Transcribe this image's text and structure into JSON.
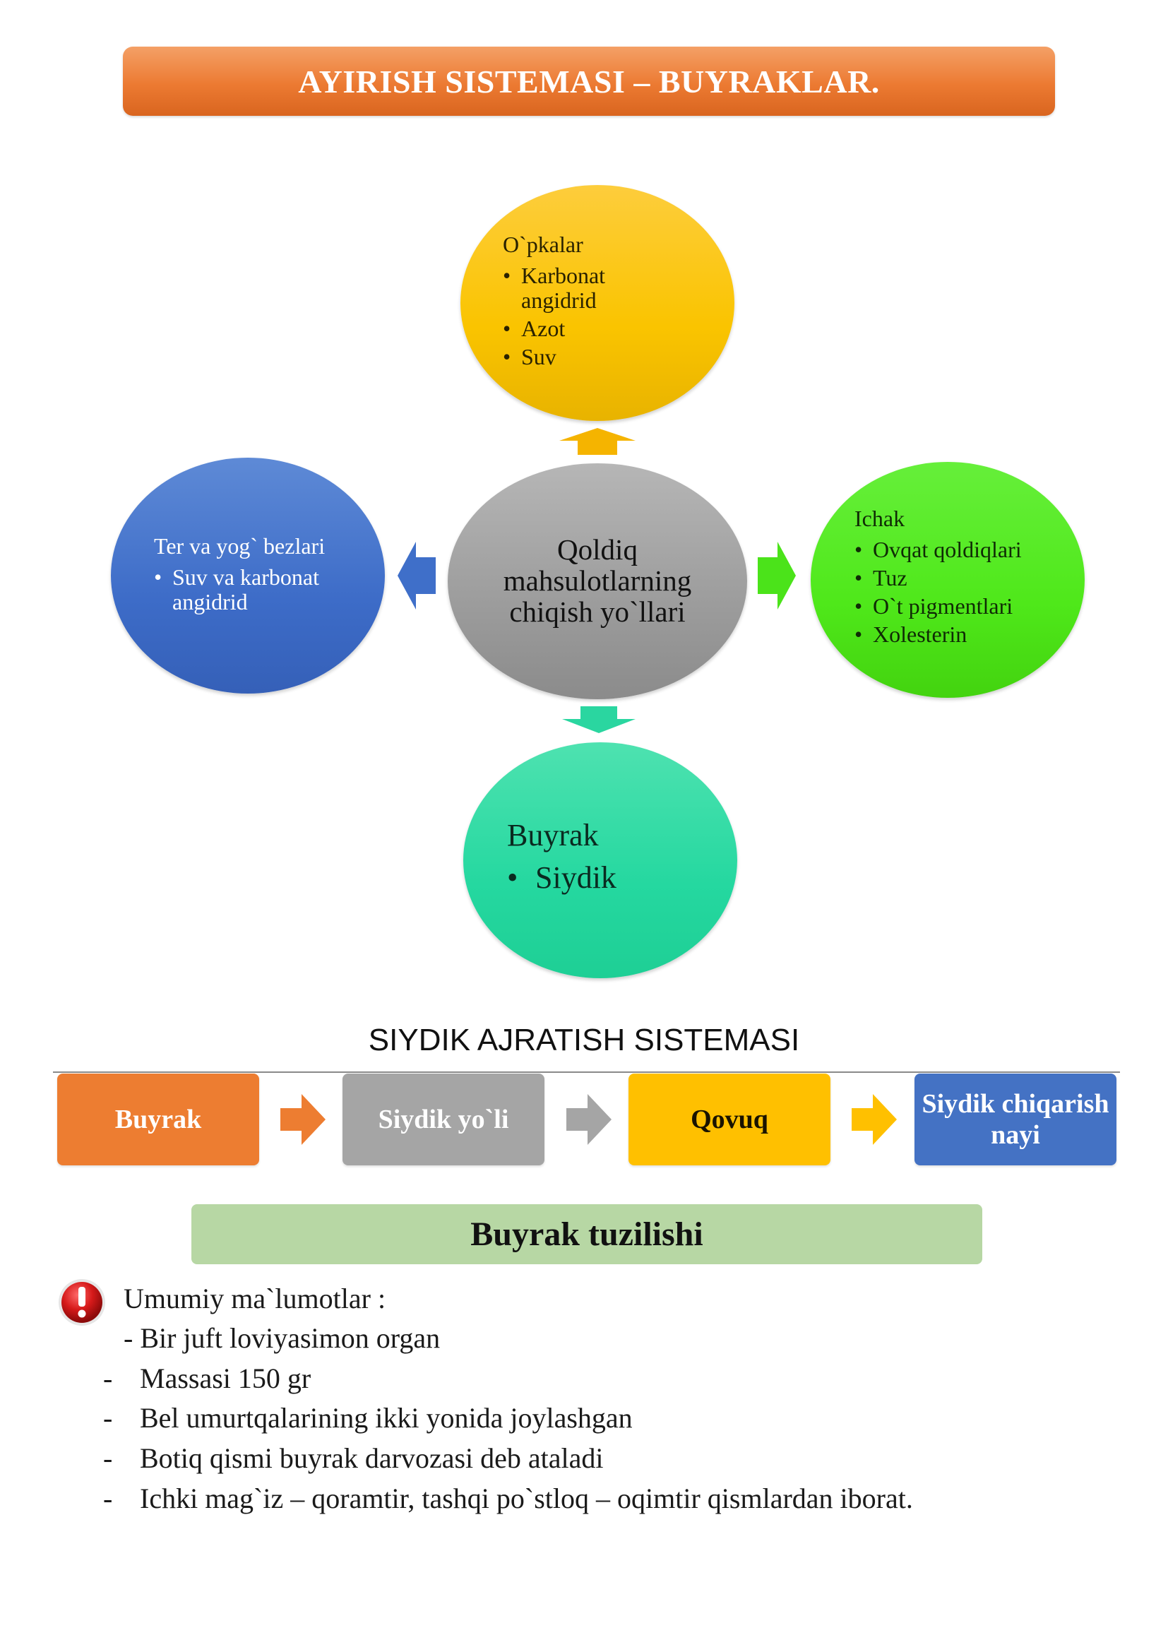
{
  "title": "AYIRISH SISTEMASI – BUYRAKLAR.",
  "diagram": {
    "center": {
      "lines": [
        "Qoldiq",
        "mahsulotlarning",
        "chiqish yo`llari"
      ]
    },
    "top": {
      "heading": "O`pkalar",
      "items": [
        "Karbonat angidrid",
        "Azot",
        "Suv"
      ]
    },
    "left": {
      "heading": "Ter va yog` bezlari",
      "items": [
        "Suv va karbonat angidrid"
      ]
    },
    "right": {
      "heading": "Ichak",
      "items": [
        "Ovqat qoldiqlari",
        "Tuz",
        "O`t pigmentlari",
        "Xolesterin"
      ]
    },
    "bottom": {
      "heading": "Buyrak",
      "items": [
        "Siydik"
      ]
    },
    "colors": {
      "top": "#FFC000",
      "left": "#4472C4",
      "center": "#A5A5A5",
      "right": "#4CE619",
      "bottom": "#25D8A0"
    }
  },
  "flow": {
    "title": "SIYDIK AJRATISH SISTEMASI",
    "steps": [
      {
        "label": "Buyrak",
        "color": "#ED7D31"
      },
      {
        "label": "Siydik yo`li",
        "color": "#A5A5A5"
      },
      {
        "label": "Qovuq",
        "color": "#FFC000"
      },
      {
        "label": "Siydik chiqarish nayi",
        "color": "#4472C4"
      }
    ]
  },
  "structure": {
    "title": "Buyrak tuzilishi",
    "icon": "warning-exclamation-icon",
    "intro": "Umumiy ma`lumotlar :",
    "first_line": "- Bir juft loviyasimon organ",
    "items": [
      "Massasi 150 gr",
      "Bel umurtqalarining ikki yonida joylashgan",
      "Botiq qismi buyrak darvozasi deb ataladi",
      "Ichki mag`iz – qoramtir, tashqi po`stloq – oqimtir qismlardan iborat."
    ]
  }
}
